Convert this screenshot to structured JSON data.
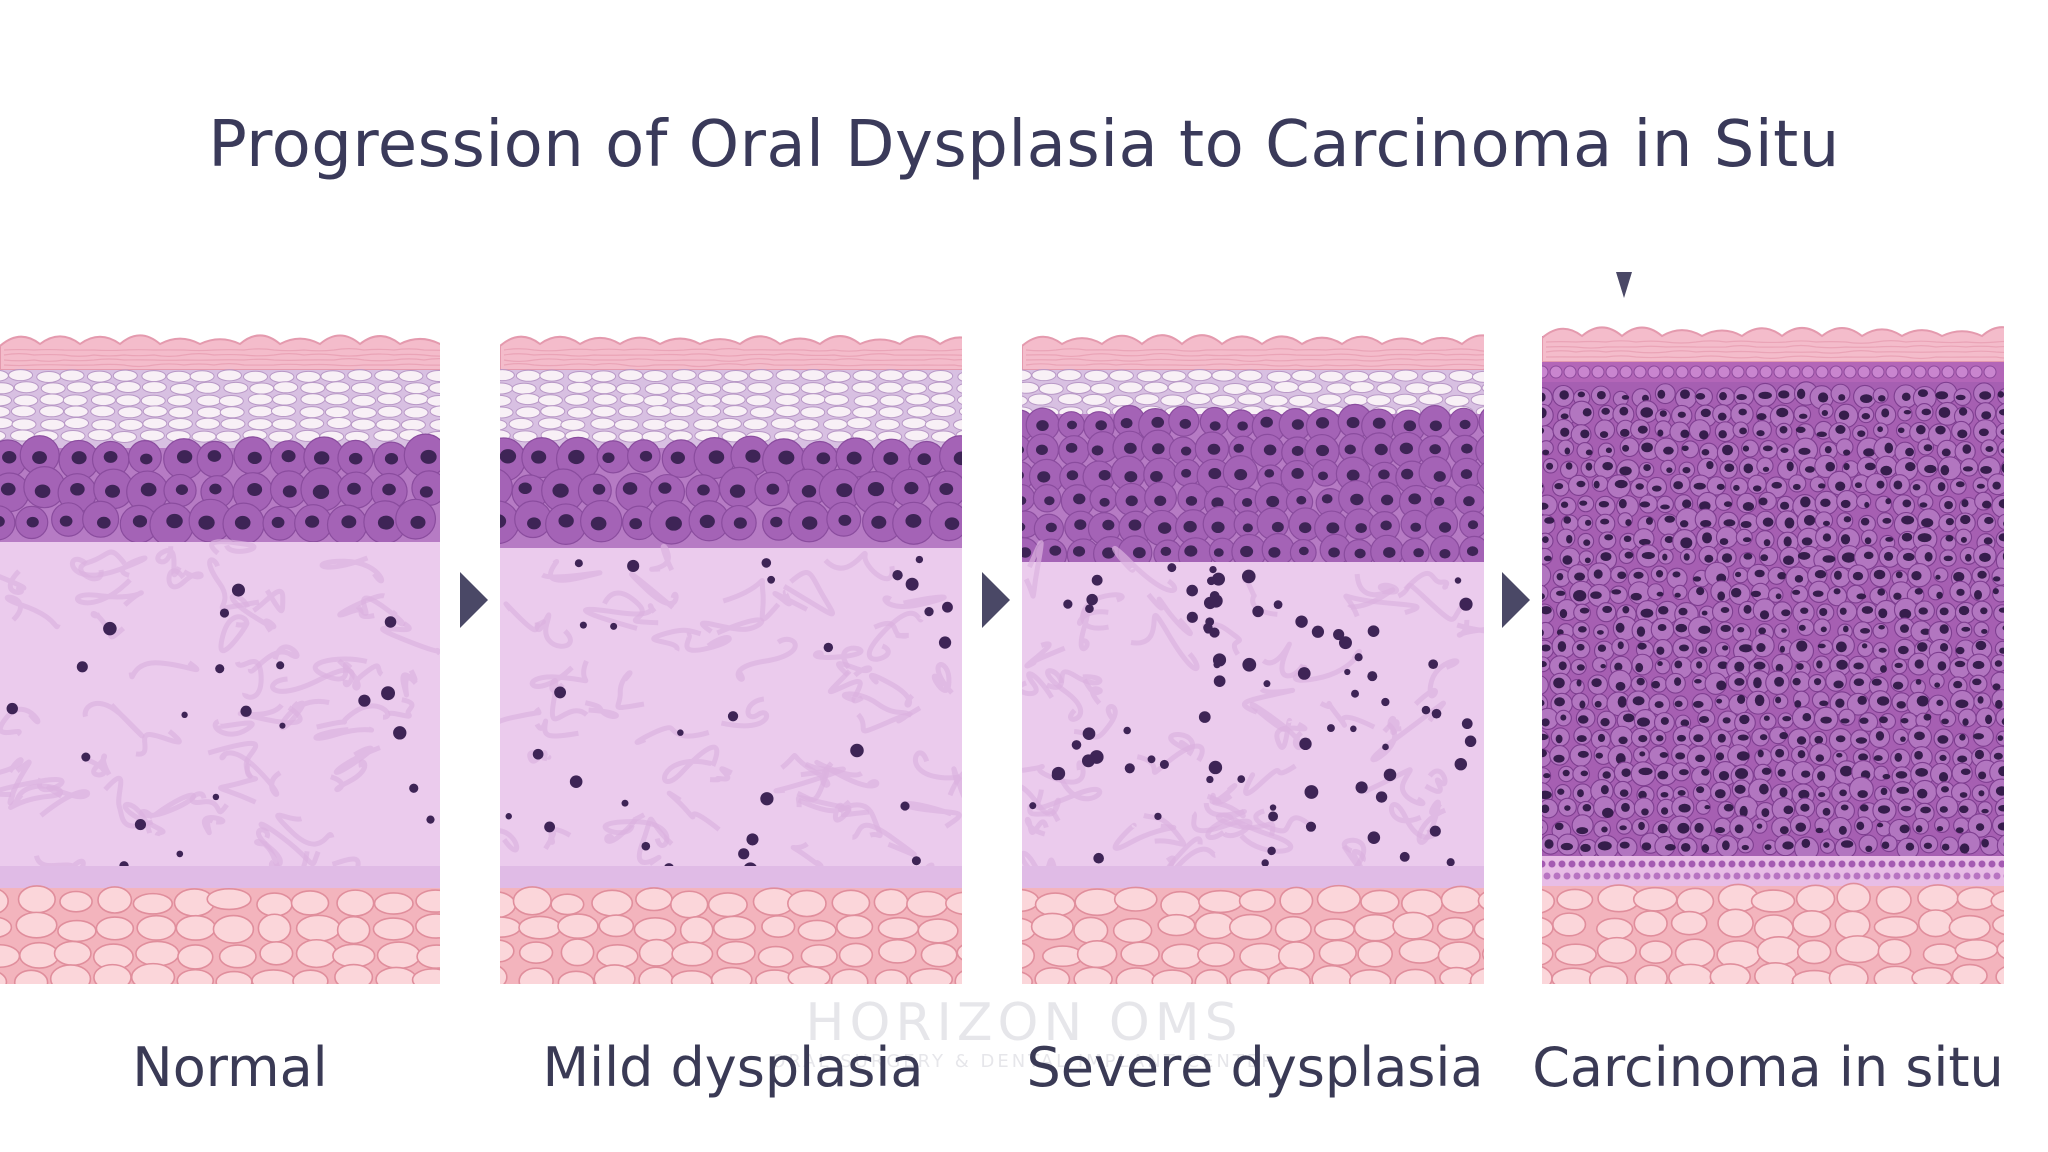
{
  "title": "Progression of Oral Dysplasia to Carcinoma in Situ",
  "panels": [
    {
      "label": "Normal",
      "stage": "normal"
    },
    {
      "label": "Mild dysplasia",
      "stage": "mild"
    },
    {
      "label": "Severe dysplasia",
      "stage": "severe"
    },
    {
      "label": "Carcinoma in situ",
      "stage": "cis"
    }
  ],
  "watermark": {
    "main": "HORIZON OMS",
    "sub": "ORAL SURGERY & DENTAL IMPLANT CENTER"
  },
  "colors": {
    "title": "#3a3a5a",
    "arrow": "#4a4866",
    "keratin": "#f2b8c6",
    "basal_cells": "#a868b8",
    "nuclei": "#3a2250",
    "connective": "#e8c8ec",
    "fat": "#f8c8cc"
  }
}
